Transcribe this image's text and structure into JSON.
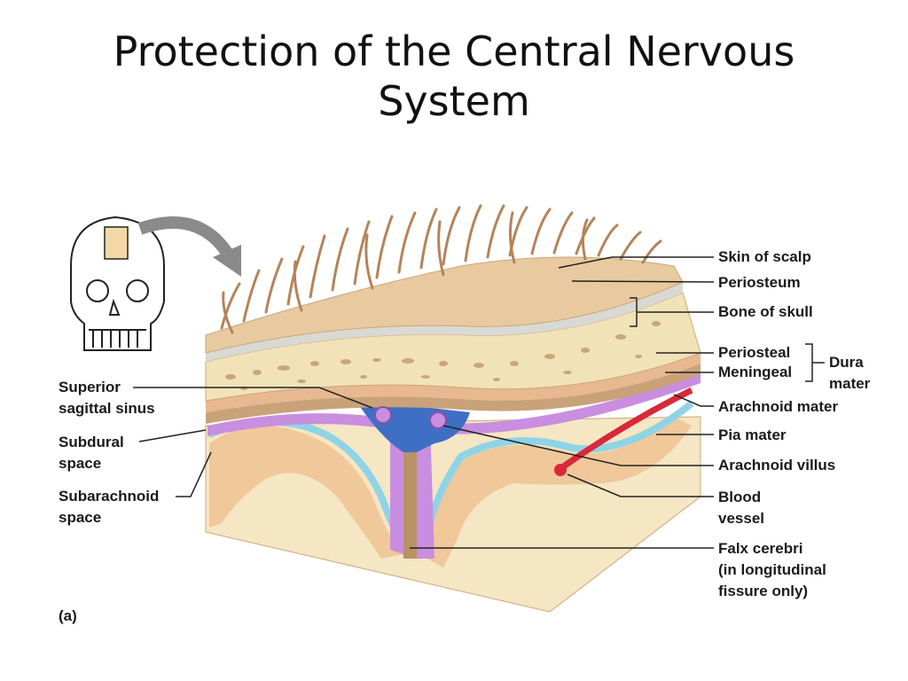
{
  "title": [
    "Protection of the Central Nervous",
    "System"
  ],
  "panel_label": "(a)",
  "labels_right": {
    "skin_of_scalp": "Skin of scalp",
    "periosteum": "Periosteum",
    "bone_of_skull": "Bone of skull",
    "periosteal": "Periosteal",
    "meningeal": "Meningeal",
    "dura_mater": [
      "Dura",
      "mater"
    ],
    "arachnoid_mater": "Arachnoid mater",
    "pia_mater": "Pia mater",
    "arachnoid_villus": "Arachnoid villus",
    "blood_vessel": [
      "Blood",
      "vessel"
    ],
    "falx_cerebri": [
      "Falx cerebri",
      "(in longitudinal",
      "fissure only)"
    ]
  },
  "labels_left": {
    "superior_sagittal_sinus": [
      "Superior",
      "sagittal sinus"
    ],
    "subdural_space": [
      "Subdural",
      "space"
    ],
    "subarachnoid_space": [
      "Subarachnoid",
      "space"
    ]
  },
  "colors": {
    "scalp": "#e8c9a0",
    "hair": "#b5835a",
    "periosteum": "#d9d9d4",
    "bone": "#f2e2b8",
    "bone_pores": "#c9a777",
    "dura": "#c9a27a",
    "arachnoid": "#c98ee0",
    "pia": "#8fd4e6",
    "sinus": "#3f6fc4",
    "cortex": "#f0c89a",
    "white_matter": "#f5e6c4",
    "vessel": "#d8283a"
  }
}
